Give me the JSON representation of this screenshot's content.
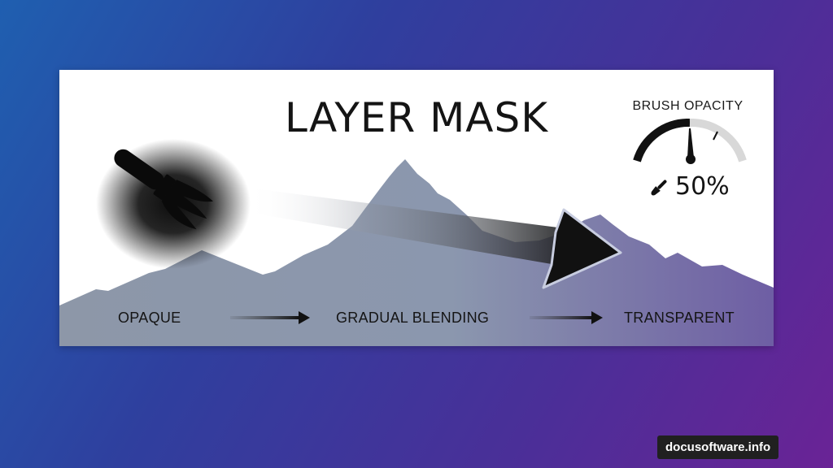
{
  "card": {
    "title": "LAYER MASK"
  },
  "gauge": {
    "label": "BRUSH OPACITY",
    "value_text": "50%",
    "level": 0.5
  },
  "flow": {
    "opaque": "OPAQUE",
    "gradual": "GRADUAL BLENDING",
    "transparent": "TRANSPARENT"
  },
  "watermark": "docusoftware.info",
  "colors": {
    "mountain": "#8a95a8",
    "mountain_fade": "#6a5fa8",
    "background_start": "#1f5fb0",
    "background_end": "#6a2396"
  },
  "icons": [
    "paintbrush-icon",
    "small-brush-icon",
    "gauge-needle-icon"
  ]
}
